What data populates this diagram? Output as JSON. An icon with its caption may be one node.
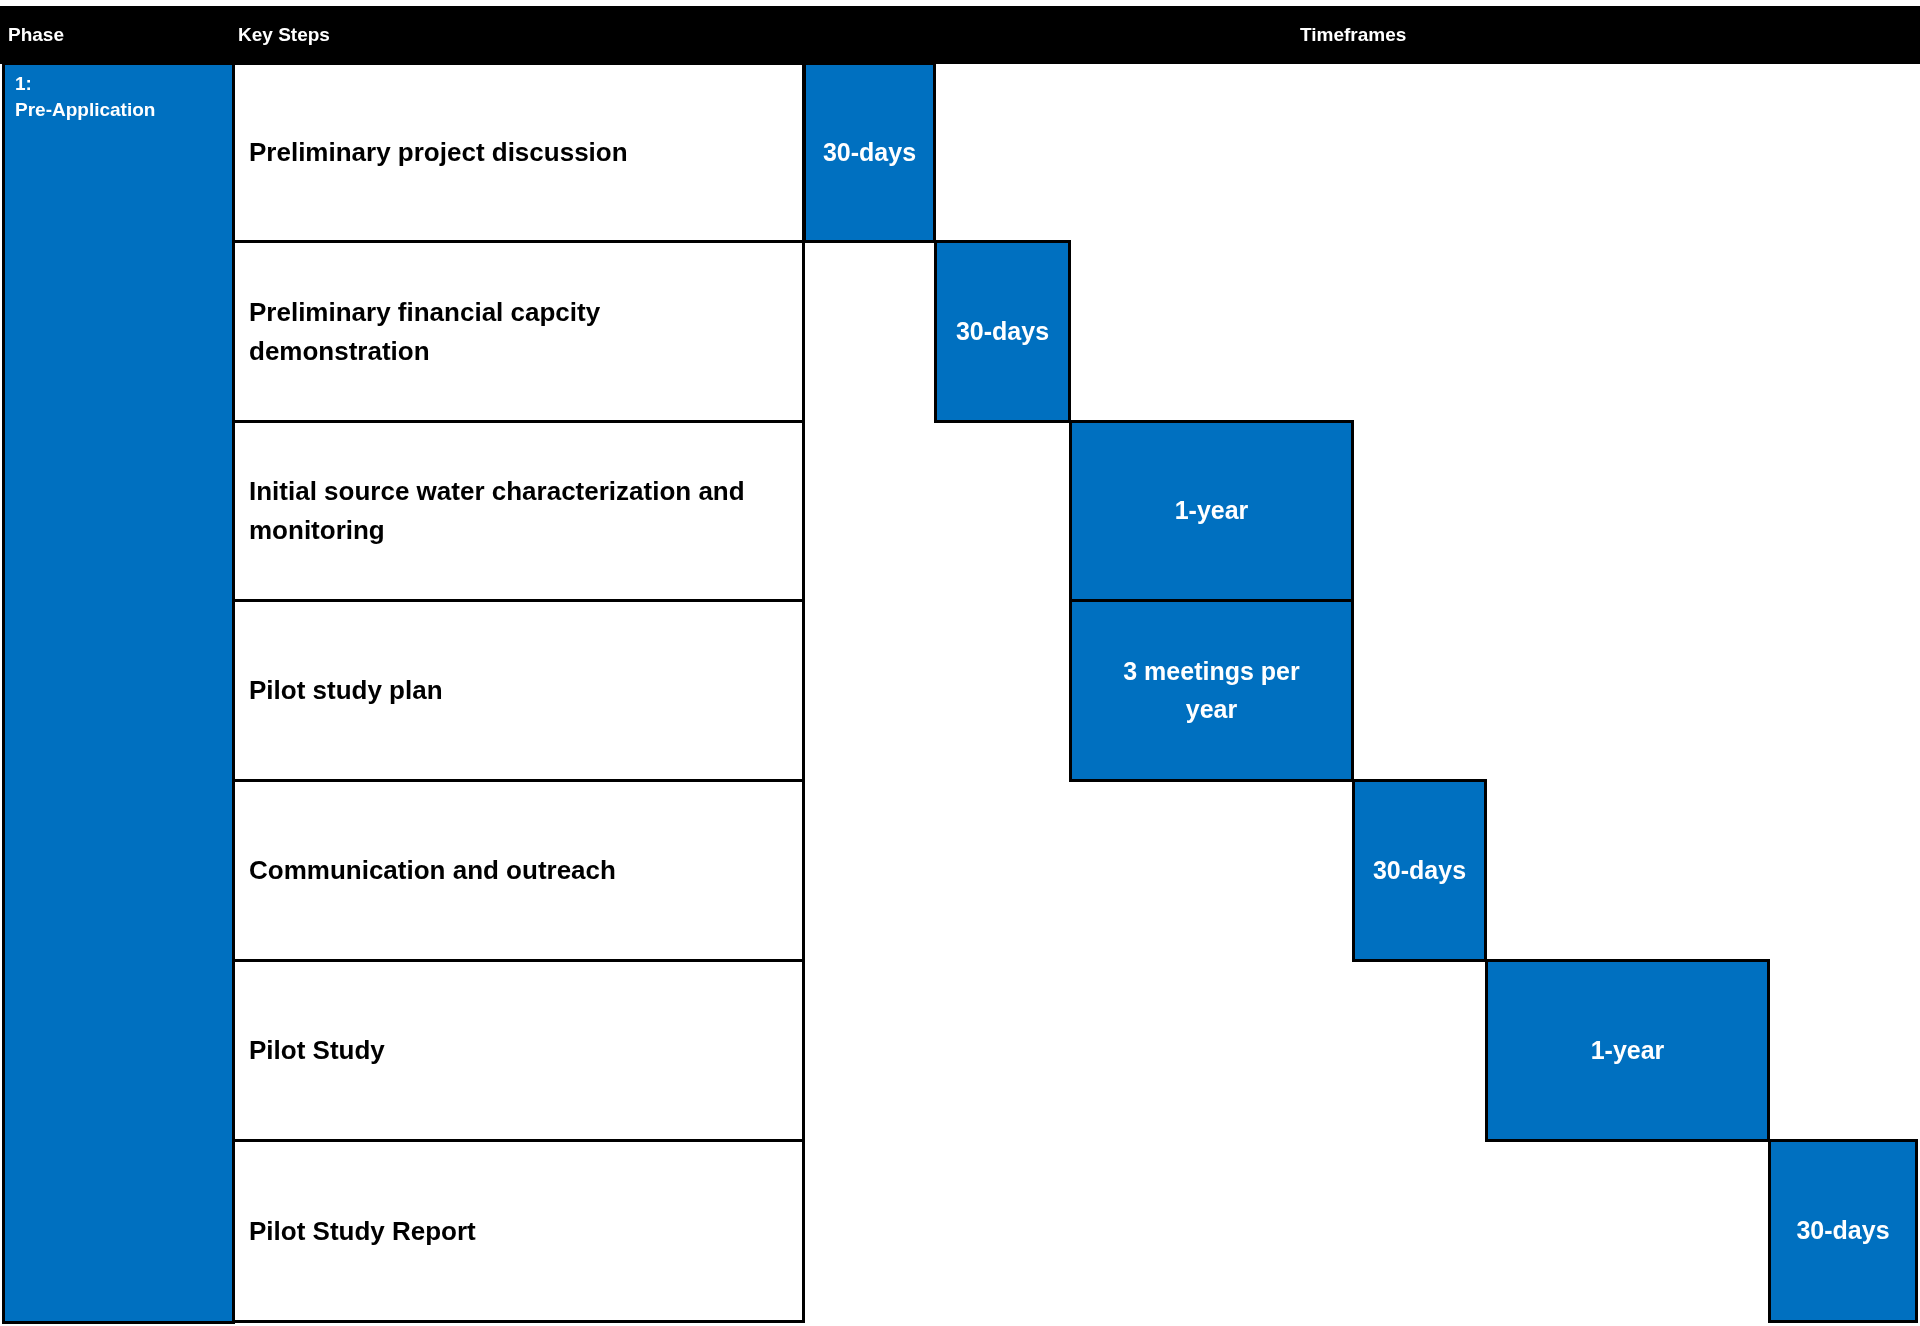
{
  "diagram": {
    "nodes": [
      {
        "text": [
          "1: Pre-Application"
        ]
      },
      {
        "text": [
          "Preliminary project discussion"
        ]
      },
      {
        "text": [
          "Preliminary financial capcity demonstration"
        ]
      },
      {
        "text": [
          "Initial source water characterization and monitoring"
        ]
      },
      {
        "text": [
          "Pilot study plan"
        ]
      },
      {
        "text": [
          "Communication and outreach"
        ]
      },
      {
        "text": [
          "Pilot Study"
        ]
      },
      {
        "text": [
          "Pilot Study Report"
        ]
      },
      {
        "text": [
          "30-days"
        ]
      },
      {
        "text": [
          "30-days"
        ]
      },
      {
        "text": [
          "1-year"
        ]
      },
      {
        "text": [
          "3 meetings per year"
        ]
      },
      {
        "text": [
          "30-days"
        ]
      },
      {
        "text": [
          "1-year"
        ]
      },
      {
        "text": [
          "30-days"
        ]
      }
    ],
    "labels": [
      "Phase",
      "Key Steps",
      "Timeframes"
    ]
  }
}
